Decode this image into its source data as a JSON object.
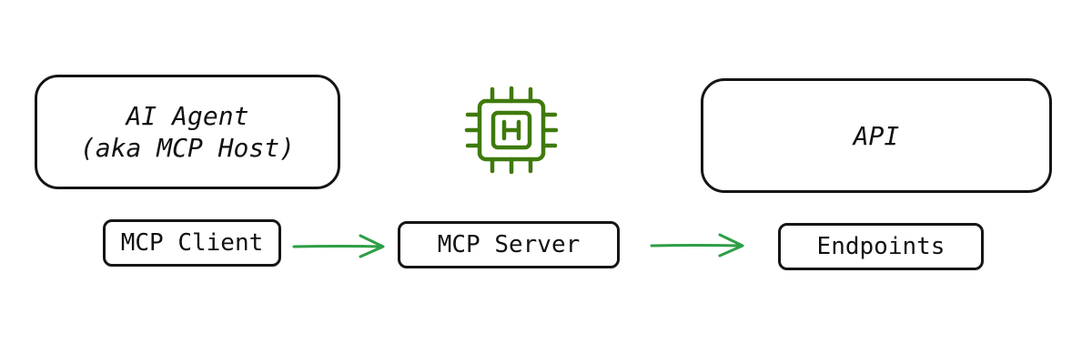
{
  "nodes": {
    "ai_agent": {
      "line1": "AI Agent",
      "line2": "(aka MCP Host)"
    },
    "api": {
      "label": "API"
    },
    "mcp_client": {
      "label": "MCP Client"
    },
    "mcp_server": {
      "label": "MCP Server"
    },
    "endpoints": {
      "label": "Endpoints"
    }
  },
  "icons": {
    "server_chip": "chip-icon"
  },
  "edges": [
    {
      "from": "MCP Client",
      "to": "MCP Server"
    },
    {
      "from": "MCP Server",
      "to": "Endpoints"
    }
  ],
  "colors": {
    "border": "#151515",
    "arrow": "#2e9e45",
    "chip": "#3f7a0c"
  }
}
